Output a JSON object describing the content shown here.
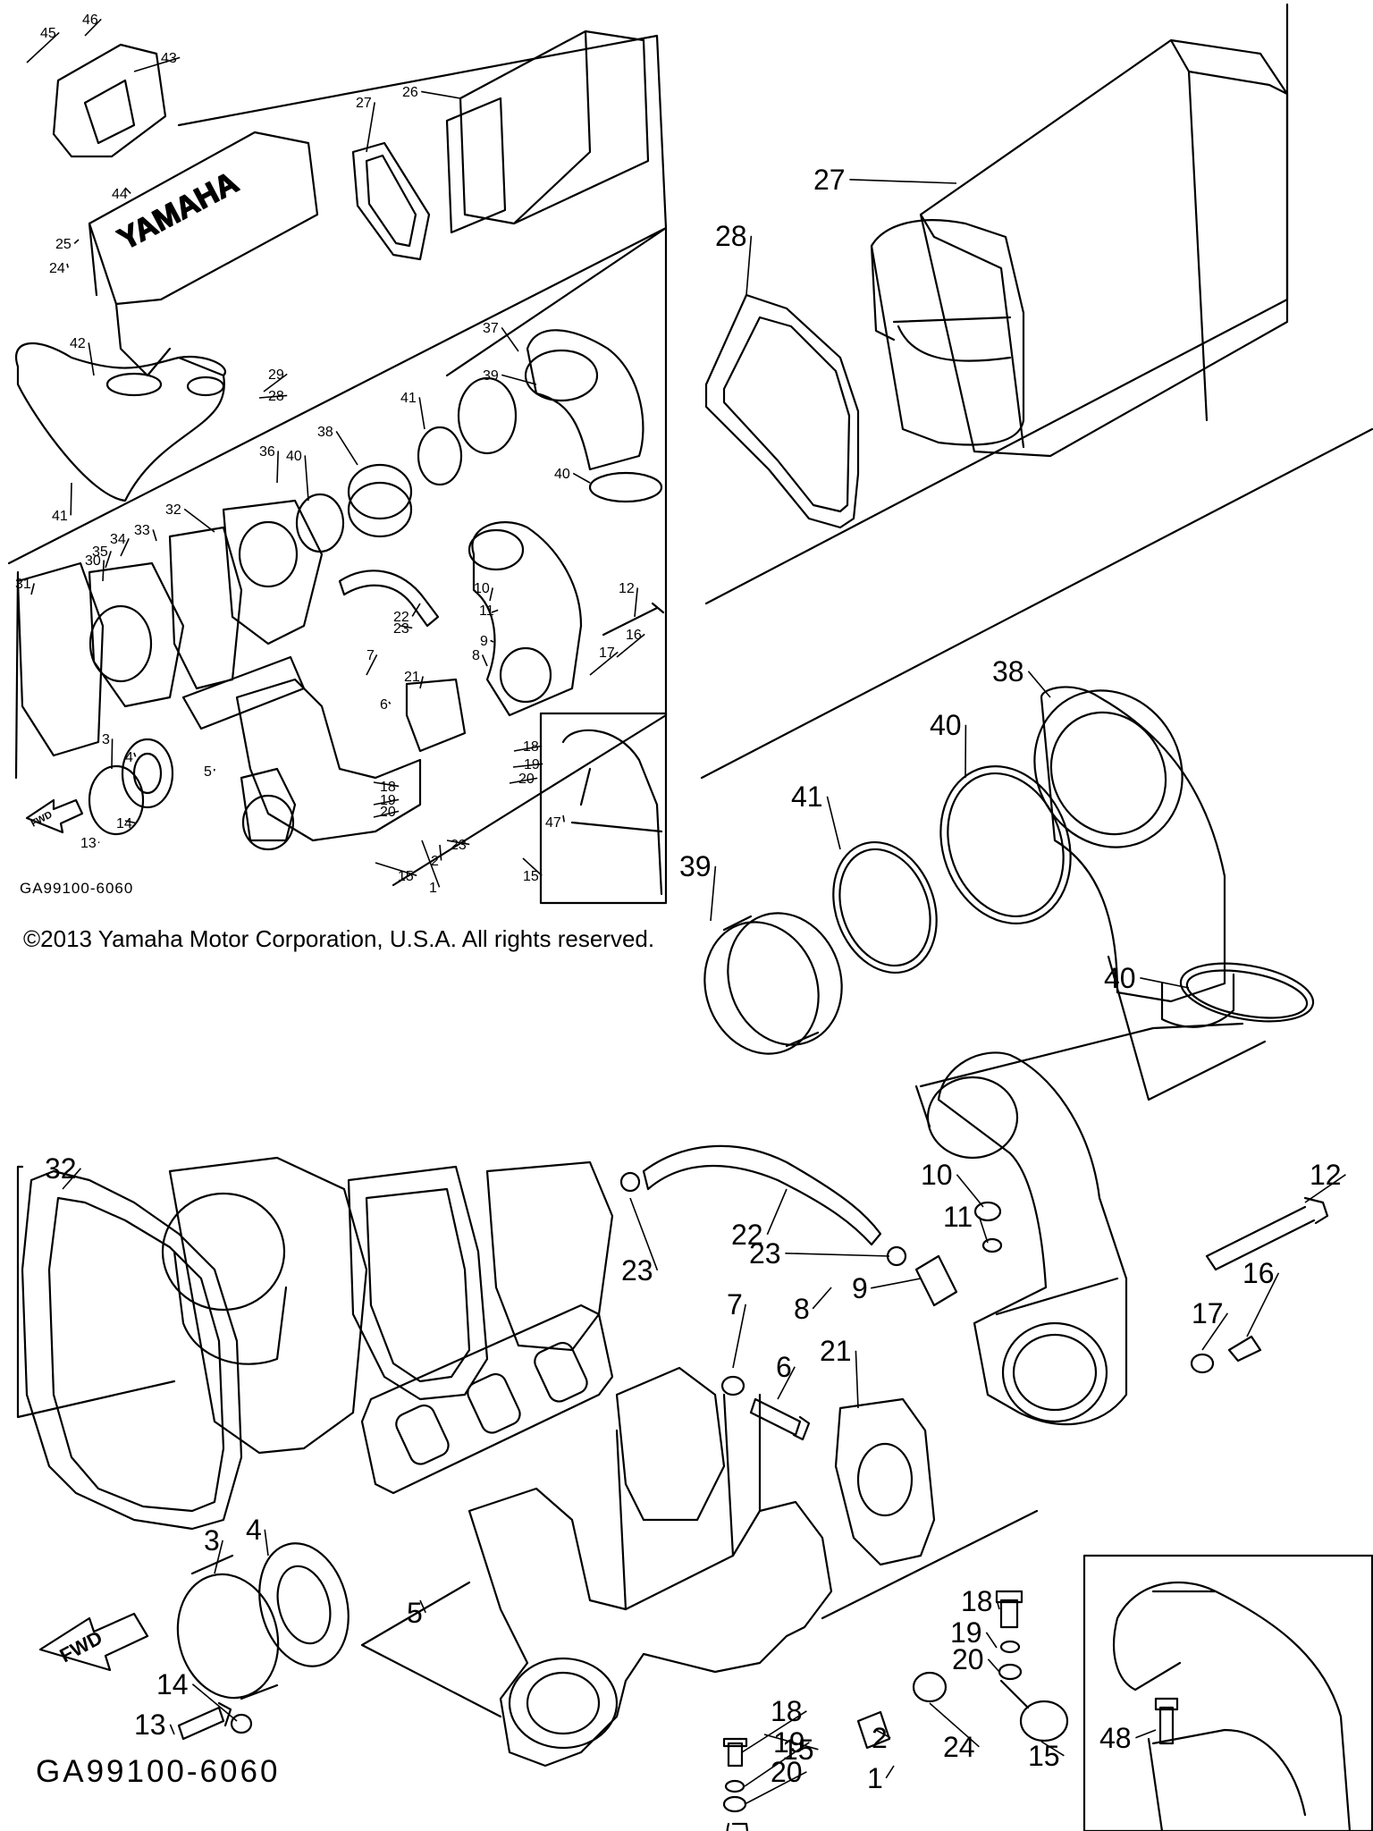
{
  "copyright": "©2013 Yamaha Motor Corporation, U.S.A. All rights reserved.",
  "diagram_code": "GA99100-6060",
  "direction_label": "FWD",
  "brand_marking": "YAMAHA",
  "small_view_callouts": [
    "1",
    "2",
    "3",
    "4",
    "5",
    "6",
    "7",
    "8",
    "9",
    "10",
    "11",
    "12",
    "13",
    "14",
    "15",
    "15",
    "16",
    "17",
    "18",
    "18",
    "19",
    "19",
    "20",
    "20",
    "21",
    "22",
    "23",
    "23",
    "24",
    "25",
    "26",
    "27",
    "28",
    "29",
    "30",
    "31",
    "32",
    "33",
    "34",
    "35",
    "36",
    "37",
    "38",
    "39",
    "40",
    "40",
    "41",
    "41",
    "42",
    "43",
    "44",
    "45",
    "46",
    "47",
    "48"
  ],
  "upper_detail_callouts": [
    "27",
    "28",
    "38",
    "39",
    "40",
    "40",
    "41"
  ],
  "lower_detail_callouts": [
    "1",
    "2",
    "3",
    "4",
    "5",
    "6",
    "7",
    "8",
    "9",
    "10",
    "11",
    "12",
    "13",
    "14",
    "15",
    "15",
    "16",
    "17",
    "18",
    "18",
    "19",
    "19",
    "20",
    "20",
    "21",
    "22",
    "23",
    "23",
    "24",
    "32",
    "48"
  ]
}
